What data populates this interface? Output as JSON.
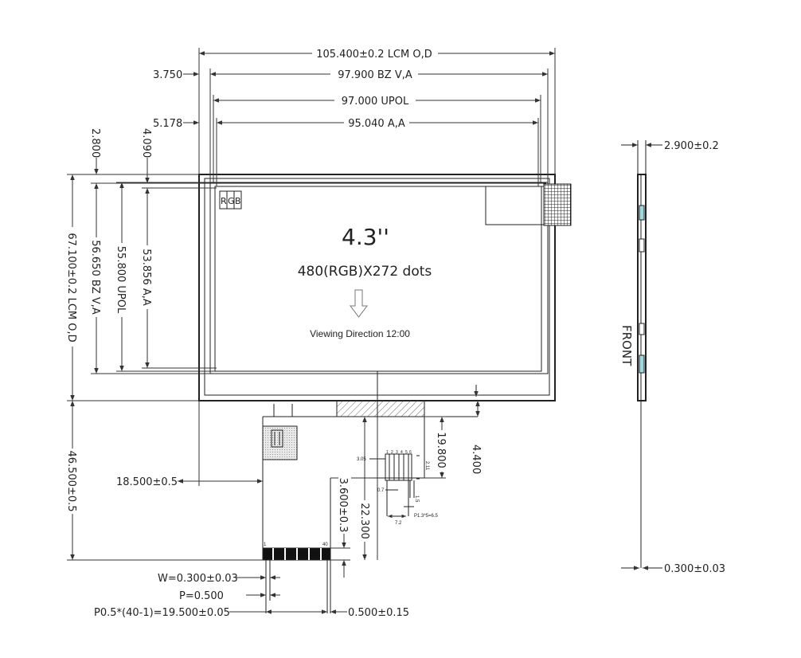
{
  "panel": {
    "size": "4.3''",
    "resolution": "480(RGB)X272 dots",
    "viewing_direction": "Viewing Direction 12:00",
    "rgb": {
      "r": "R",
      "g": "G",
      "b": "B",
      "r_color": "#d01010",
      "g_color": "#1a9a1a",
      "b_color": "#1030d0"
    }
  },
  "dimensions": {
    "top": {
      "lcm_od": "105.400±0.2  LCM O,D",
      "bz_va": "97.900  BZ V,A",
      "upol": "97.000  UPOL",
      "aa": "95.040  A,A",
      "offset_3750": "3.750",
      "offset_5178": "5.178"
    },
    "left": {
      "offset_2800": "2.800",
      "offset_4090": "4.090",
      "lcm_od": "67.100±0.2  LCM O,D",
      "bz_va": "56.650  BZ V,A",
      "upol": "55.800  UPOL",
      "aa": "53.856  A,A",
      "fpc_total": "46.500±0.5"
    },
    "fpc": {
      "offset_18500": "18.500±0.5",
      "d_19800": "19.800",
      "d_4400": "4.400",
      "d_3600": "3.600±0.3",
      "d_22300": "22.300",
      "w": "W=0.300±0.03",
      "p": "P=0.500",
      "p_total": "P0.5*(40-1)=19.500±0.05",
      "d_0500": "0.500±0.15",
      "pin_1": "1",
      "pin_40": "40"
    },
    "detail": {
      "d_305": "3.05",
      "d_211": "2.11",
      "d_07": "0.7",
      "d_15": "1.5",
      "d_72": "7.2",
      "p13": "P1.3*5=6.5",
      "pin_nums": [
        "1",
        "2",
        "3",
        "4",
        "5",
        "6"
      ]
    },
    "side": {
      "thickness": "2.900±0.2",
      "fpc_thickness": "0.300±0.03",
      "front": "FRONT"
    }
  }
}
